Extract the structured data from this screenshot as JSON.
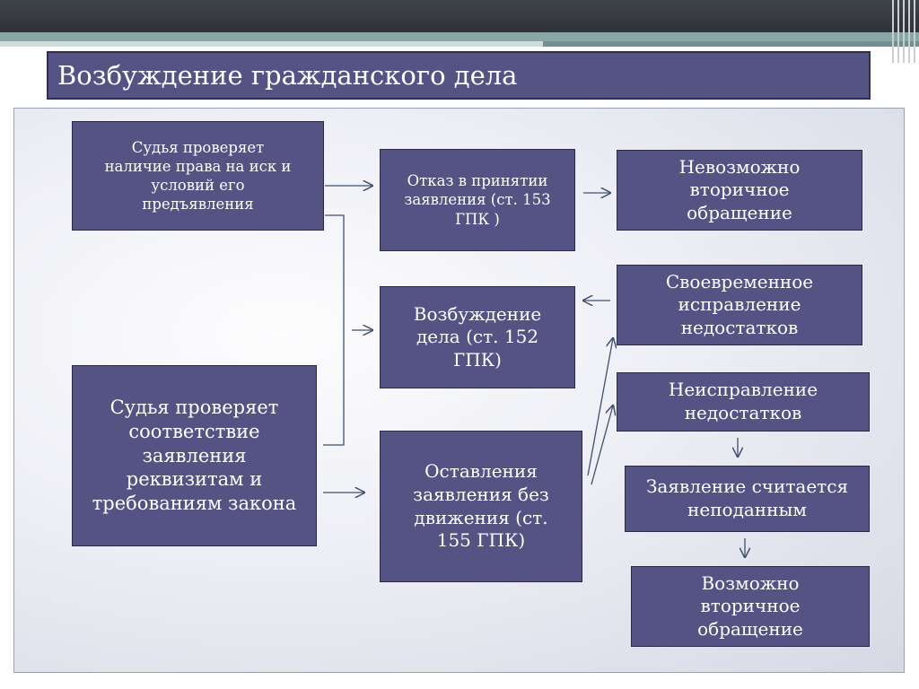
{
  "title": "Возбуждение гражданского дела",
  "boxes": {
    "judge_checks_right": "Судья проверяет\nналичие права на иск и\nусловий его\nпредъявления",
    "refusal": "Отказ в принятии\nзаявления (ст. 153\nГПК )",
    "impossible_secondary": "Невозможно\nвторичное\nобращение",
    "timely_correction": "Своевременное\nисправление\nнедостатков",
    "initiation": "Возбуждение\nдела (ст. 152\nГПК)",
    "non_correction": "Неисправление\nнедостатков",
    "judge_checks_compliance": "Судья проверяет\nсоответствие\nзаявления\nреквизитам и\nтребованиям закона",
    "leave_without_motion": "Оставления\nзаявления без\nдвижения (ст.\n155 ГПК)",
    "considered_not_filed": "Заявление считается\nнеподанным",
    "possible_secondary": "Возможно\nвторичное\nобращение"
  },
  "colors": {
    "box_fill": "#545384",
    "box_border": "#2a2a48",
    "arrow": "#3f4f6e",
    "title_fill": "#545384"
  }
}
